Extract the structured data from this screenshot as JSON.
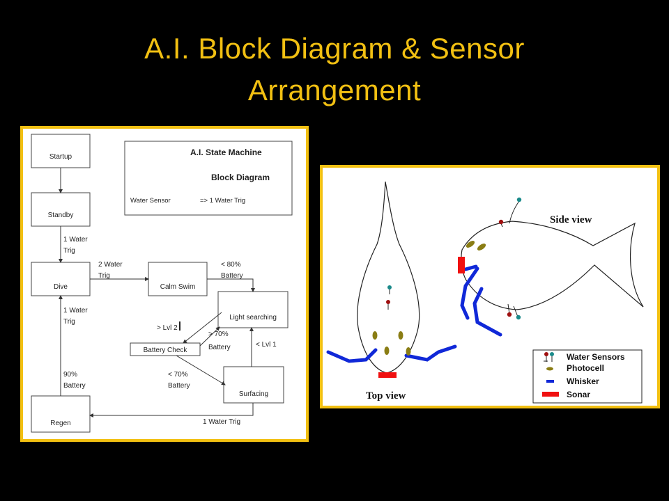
{
  "title": {
    "line1": "A.I. Block Diagram & Sensor",
    "line2": "Arrangement"
  },
  "state_machine": {
    "legend": {
      "title1": "A.I. State Machine",
      "title2": "Block Diagram",
      "entry_left": "Water Sensor",
      "entry_right": "=> 1 Water Trig"
    },
    "states": {
      "startup": "Startup",
      "standby": "Standby",
      "dive": "Dive",
      "calm_swim": "Calm Swim",
      "light_searching": "Light searching",
      "battery_check": "Battery Check",
      "surfacing": "Surfacing",
      "regen": "Regen"
    },
    "transitions": {
      "standby_dive_1": "1 Water",
      "standby_dive_2": "Trig",
      "dive_calm_1": "2 Water",
      "dive_calm_2": "Trig",
      "calm_light_1": "< 80%",
      "calm_light_2": "Battery",
      "light_battery": "> Lvl 2",
      "battery_light_1": "> 70%",
      "battery_light_2": "Battery",
      "surfacing_light": "< Lvl 1",
      "battery_surfacing_1": "< 70%",
      "battery_surfacing_2": "Battery",
      "regen_dive_1": "90%",
      "regen_dive_2": "Battery",
      "dive_up_1": "1 Water",
      "dive_up_2": "Trig",
      "surfacing_regen": "1 Water Trig"
    }
  },
  "sensor_arrangement": {
    "side_view_label": "Side view",
    "top_view_label": "Top view",
    "legend": [
      {
        "label": "Water Sensors",
        "icon": "water-sensor-icon"
      },
      {
        "label": "Photocell",
        "icon": "photocell-icon"
      },
      {
        "label": "Whisker",
        "icon": "whisker-icon"
      },
      {
        "label": "Sonar",
        "icon": "sonar-icon"
      }
    ],
    "colors": {
      "photocell": "#8a7d14",
      "whisker": "#1028d8",
      "sonar": "#f01010",
      "sensor_red": "#a01010",
      "sensor_teal": "#1a8a8a"
    }
  },
  "colors": {
    "title": "#f2c012",
    "frame": "#f2c012",
    "background": "#000000"
  }
}
